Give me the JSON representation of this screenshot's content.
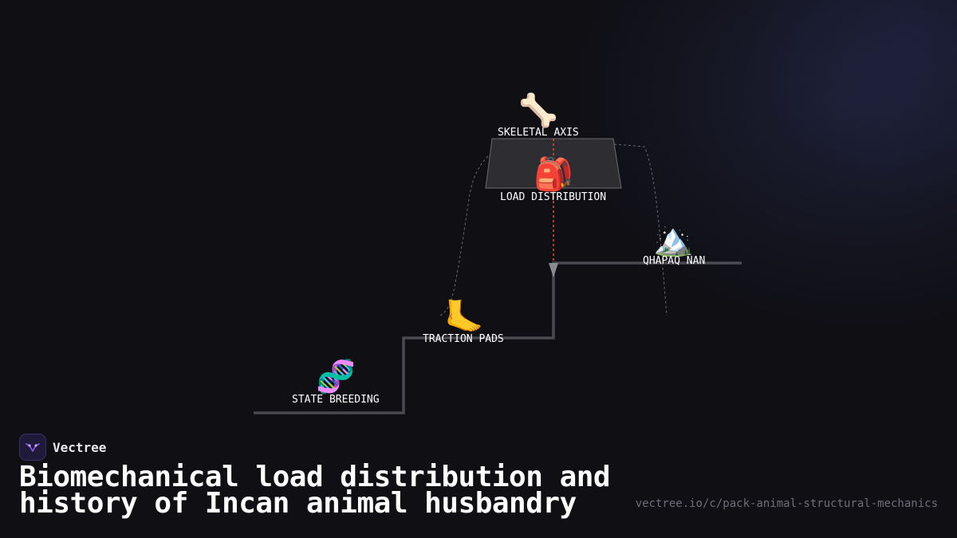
{
  "brand": {
    "name": "Vectree",
    "logo_icon": "vectree-logo-icon",
    "accent_color": "#8a5cf6"
  },
  "title": "Biomechanical load distribution and history of Incan animal husbandry",
  "url": "vectree.io/c/pack-animal-structural-mechanics",
  "diagram": {
    "nodes": [
      {
        "id": "state-breeding",
        "label": "STATE BREEDING",
        "icon": "🧬",
        "icon_name": "dna-icon"
      },
      {
        "id": "traction-pads",
        "label": "TRACTION PADS",
        "icon": "🦶",
        "icon_name": "foot-icon"
      },
      {
        "id": "load-distribution",
        "label": "LOAD DISTRIBUTION",
        "icon": "🎒",
        "icon_name": "backpack-icon"
      },
      {
        "id": "skeletal-axis",
        "label": "SKELETAL AXIS",
        "icon": "🦴",
        "icon_name": "bone-icon"
      },
      {
        "id": "qhapaq-nan",
        "label": "QHAPAQ ÑAN",
        "icon": "🏔️",
        "icon_name": "mountain-icon"
      }
    ],
    "colors": {
      "staircase": "#4a4a50",
      "platform_fill": "#2e2e32",
      "platform_stroke": "#6a6a70",
      "gravity_line": "#e04848",
      "dashed_links": "#6a6a70",
      "arrow": "#8a8a90"
    }
  }
}
